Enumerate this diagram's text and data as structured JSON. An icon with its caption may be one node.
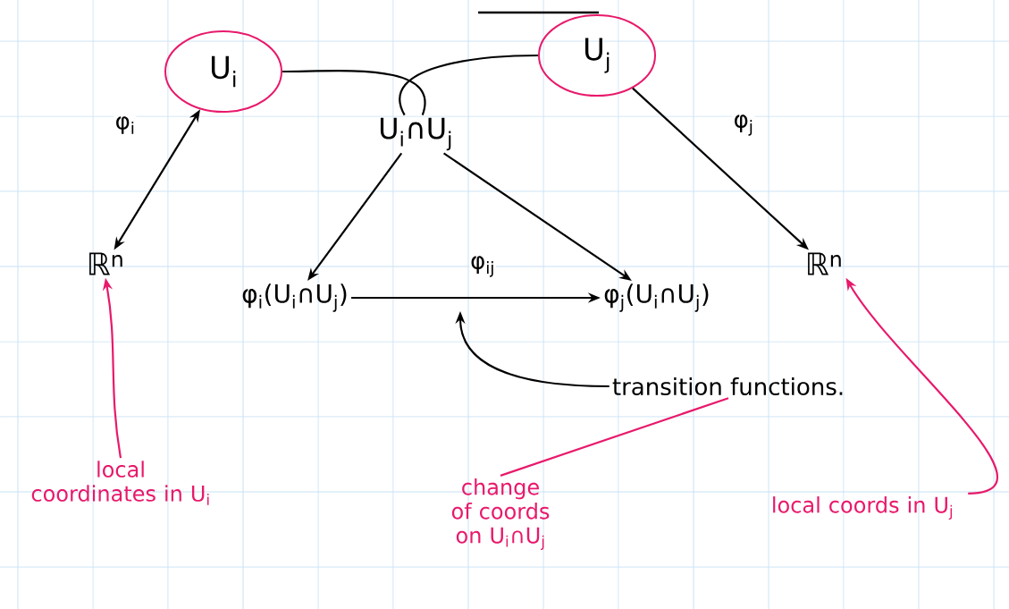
{
  "diagram": {
    "nodes": [
      {
        "text": [
          "U$_{i}$"
        ]
      },
      {
        "text": [
          "U$_{j}$"
        ]
      },
      {
        "text": [
          "U$_{i}$∩U$_{j}$"
        ]
      },
      {
        "text": [
          "ℝ$^{n}$"
        ]
      },
      {
        "text": [
          "φ$_{i}$(U$_{i}$∩U$_{j}$)"
        ]
      },
      {
        "text": [
          "φ$_{j}$(U$_{i}$∩U$_{j}$)"
        ]
      },
      {
        "text": [
          "ℝ$^{n}$"
        ]
      },
      {
        "text": [
          "transition functions."
        ]
      },
      {
        "text": [
          "local coordinates in U$_{i}$"
        ]
      },
      {
        "text": [
          "change of coords on U$_{i}$∩U$_{j}$"
        ]
      },
      {
        "text": [
          "local coords in U$_{j}$"
        ]
      }
    ],
    "edges": [
      {
        "from": 0,
        "to": 3,
        "arrow": "both",
        "label": "φ$_{i}$"
      },
      {
        "from": 1,
        "to": 6,
        "arrow": "to",
        "label": "φ$_{j}$"
      },
      {
        "from": 2,
        "to": 0,
        "arrow": "none"
      },
      {
        "from": 2,
        "to": 1,
        "arrow": "none"
      },
      {
        "from": 2,
        "to": 4,
        "arrow": "to"
      },
      {
        "from": 2,
        "to": 5,
        "arrow": "to"
      },
      {
        "from": 4,
        "to": 5,
        "arrow": "to",
        "label": "φ$_{ij}$"
      },
      {
        "from": 7,
        "to": null,
        "arrow": "to"
      },
      {
        "from": 8,
        "to": 3,
        "arrow": "to",
        "color": "#e8196b"
      },
      {
        "from": 9,
        "to": 7,
        "arrow": "none",
        "color": "#e8196b"
      },
      {
        "from": 10,
        "to": 6,
        "arrow": "to",
        "color": "#e8196b"
      }
    ]
  }
}
